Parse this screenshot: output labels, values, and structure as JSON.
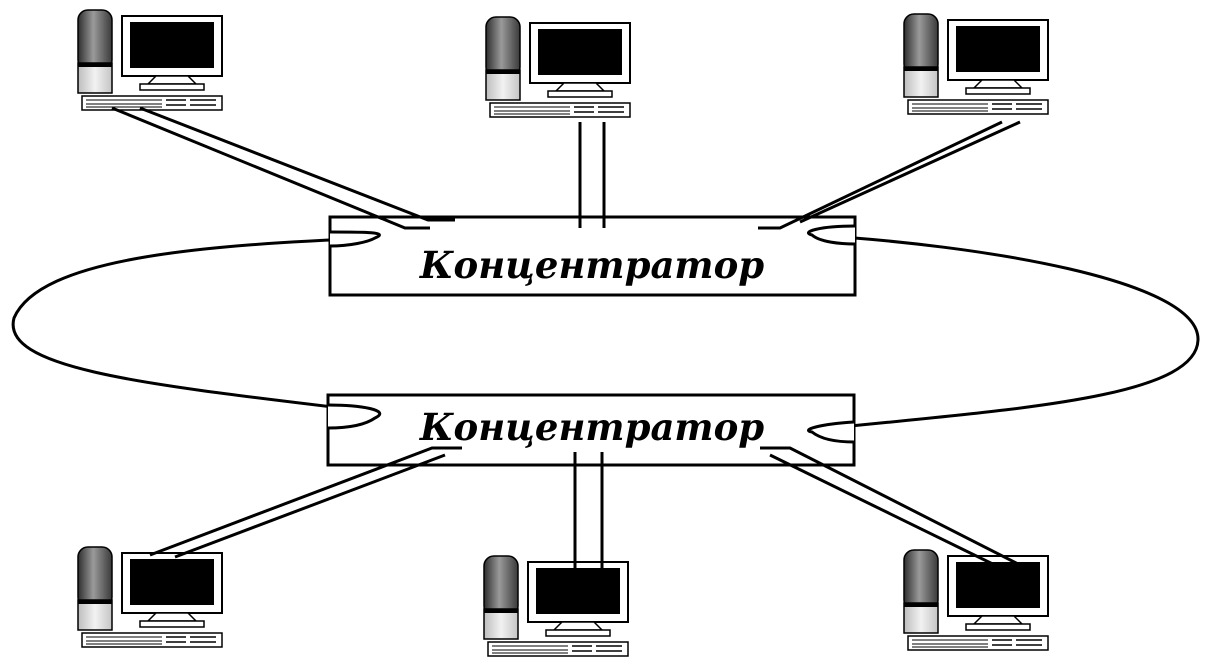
{
  "hubs": [
    {
      "label": "Концентратор"
    },
    {
      "label": "Концентратор"
    }
  ],
  "computers": [
    {
      "id": "pc-top-left"
    },
    {
      "id": "pc-top-center"
    },
    {
      "id": "pc-top-right"
    },
    {
      "id": "pc-bottom-left"
    },
    {
      "id": "pc-bottom-center"
    },
    {
      "id": "pc-bottom-right"
    }
  ],
  "colors": {
    "background": "#ffffff",
    "line": "#000000",
    "screen": "#000000",
    "tower_dark": "#4a4a4a",
    "tower_light": "#e8e8e8"
  }
}
